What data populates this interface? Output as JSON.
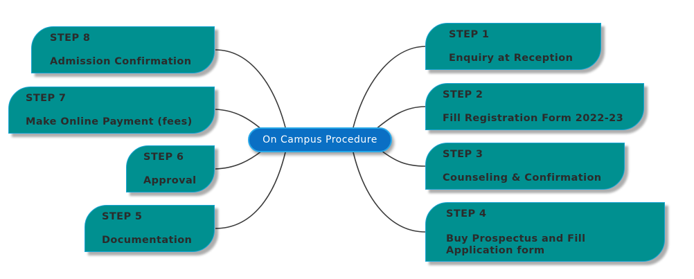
{
  "diagram": {
    "central_topic": "On Campus Procedure",
    "colors": {
      "node_fill": "#009090",
      "node_border": "#1aa6d6",
      "node_text": "#2b2b2b",
      "center_fill": "#0a6fc4",
      "center_border": "#28a8e8",
      "center_text": "#ffffff",
      "connector": "#3a3a3a"
    },
    "steps": [
      {
        "label": "STEP 1",
        "description": "Enquiry at Reception",
        "side": "right"
      },
      {
        "label": "STEP 2",
        "description": "Fill Registration Form 2022-23",
        "side": "right"
      },
      {
        "label": "STEP 3",
        "description": "Counseling & Confirmation",
        "side": "right"
      },
      {
        "label": "STEP 4",
        "description": "Buy Prospectus and Fill Application form",
        "side": "right"
      },
      {
        "label": "STEP 5",
        "description": "Documentation",
        "side": "left"
      },
      {
        "label": "STEP 6",
        "description": "Approval",
        "side": "left"
      },
      {
        "label": "STEP 7",
        "description": "Make Online Payment (fees)",
        "side": "left"
      },
      {
        "label": "STEP 8",
        "description": "Admission Confirmation",
        "side": "left"
      }
    ]
  }
}
